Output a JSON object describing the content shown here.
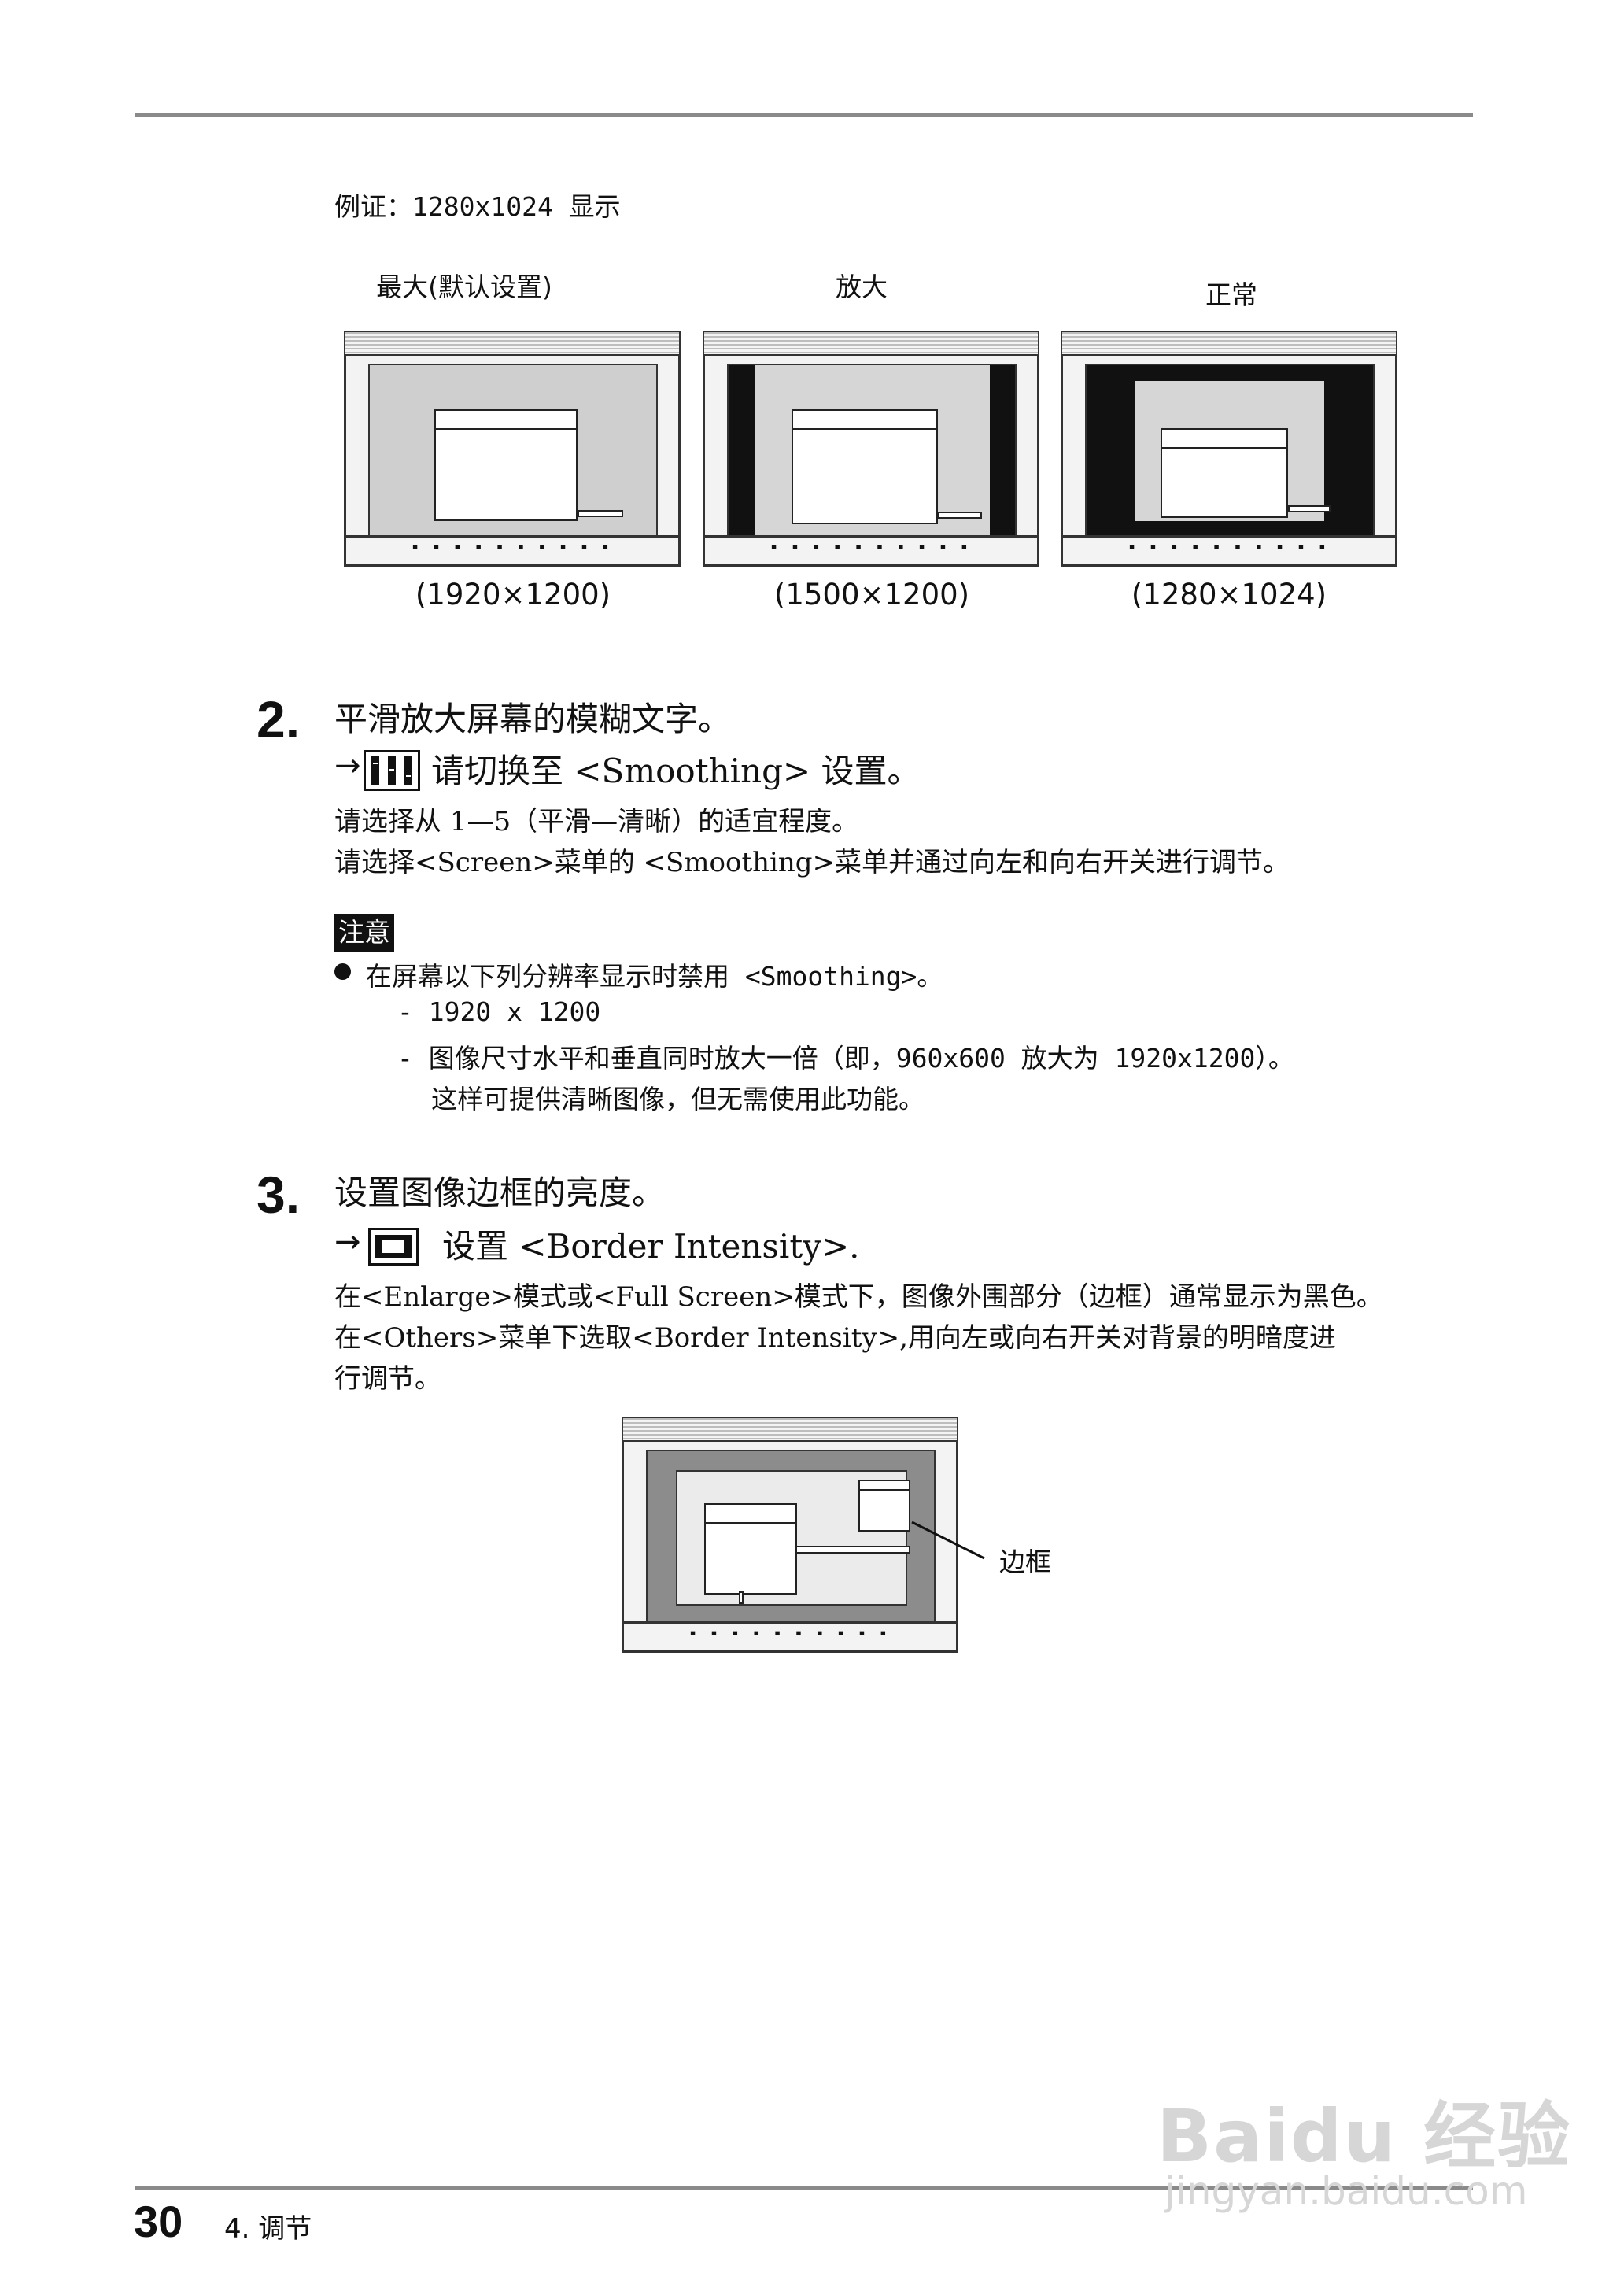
{
  "example": {
    "title": "例证：1280x1024 显示",
    "modes": [
      {
        "caption": "最大(默认设置)",
        "resolution": "(1920×1200)"
      },
      {
        "caption": "放大",
        "resolution": "(1500×1200)"
      },
      {
        "caption": "正常",
        "resolution": "(1280×1024)"
      }
    ]
  },
  "step2": {
    "number": "2.",
    "title": "平滑放大屏幕的模糊文字。",
    "arrow": "→",
    "instruction": "请切换至 <Smoothing> 设置。",
    "line1": "请选择从 1—5（平滑—清晰）的适宜程度。",
    "line2": "请选择<Screen>菜单的 <Smoothing>菜单并通过向左和向右开关进行调节。"
  },
  "note": {
    "label": "注意",
    "bullet": "在屏幕以下列分辨率显示时禁用 <Smoothing>。",
    "items": [
      "- 1920 x 1200",
      "- 图像尺寸水平和垂直同时放大一倍（即，960x600 放大为 1920x1200）。"
    ],
    "continuation": "这样可提供清晰图像，但无需使用此功能。"
  },
  "step3": {
    "number": "3.",
    "title": "设置图像边框的亮度。",
    "arrow": "→",
    "instruction": "设置 <Border Intensity>.",
    "line1": "在<Enlarge>模式或<Full Screen>模式下，图像外围部分（边框）通常显示为黑色。",
    "line2": "在<Others>菜单下选取<Border Intensity>,用向左或向右开关对背景的明暗度进",
    "line3": "行调节。",
    "callout": "边框"
  },
  "monitor": {
    "bezel_dots": "▪  ▪ ▪ ▪ ▪ ▪ ▪ ▪ ▪  ▪"
  },
  "footer": {
    "page_number": "30",
    "chapter": "4. 调节"
  },
  "watermark": {
    "line1": "Baidu 经验",
    "line2": "jingyan.baidu.com"
  }
}
